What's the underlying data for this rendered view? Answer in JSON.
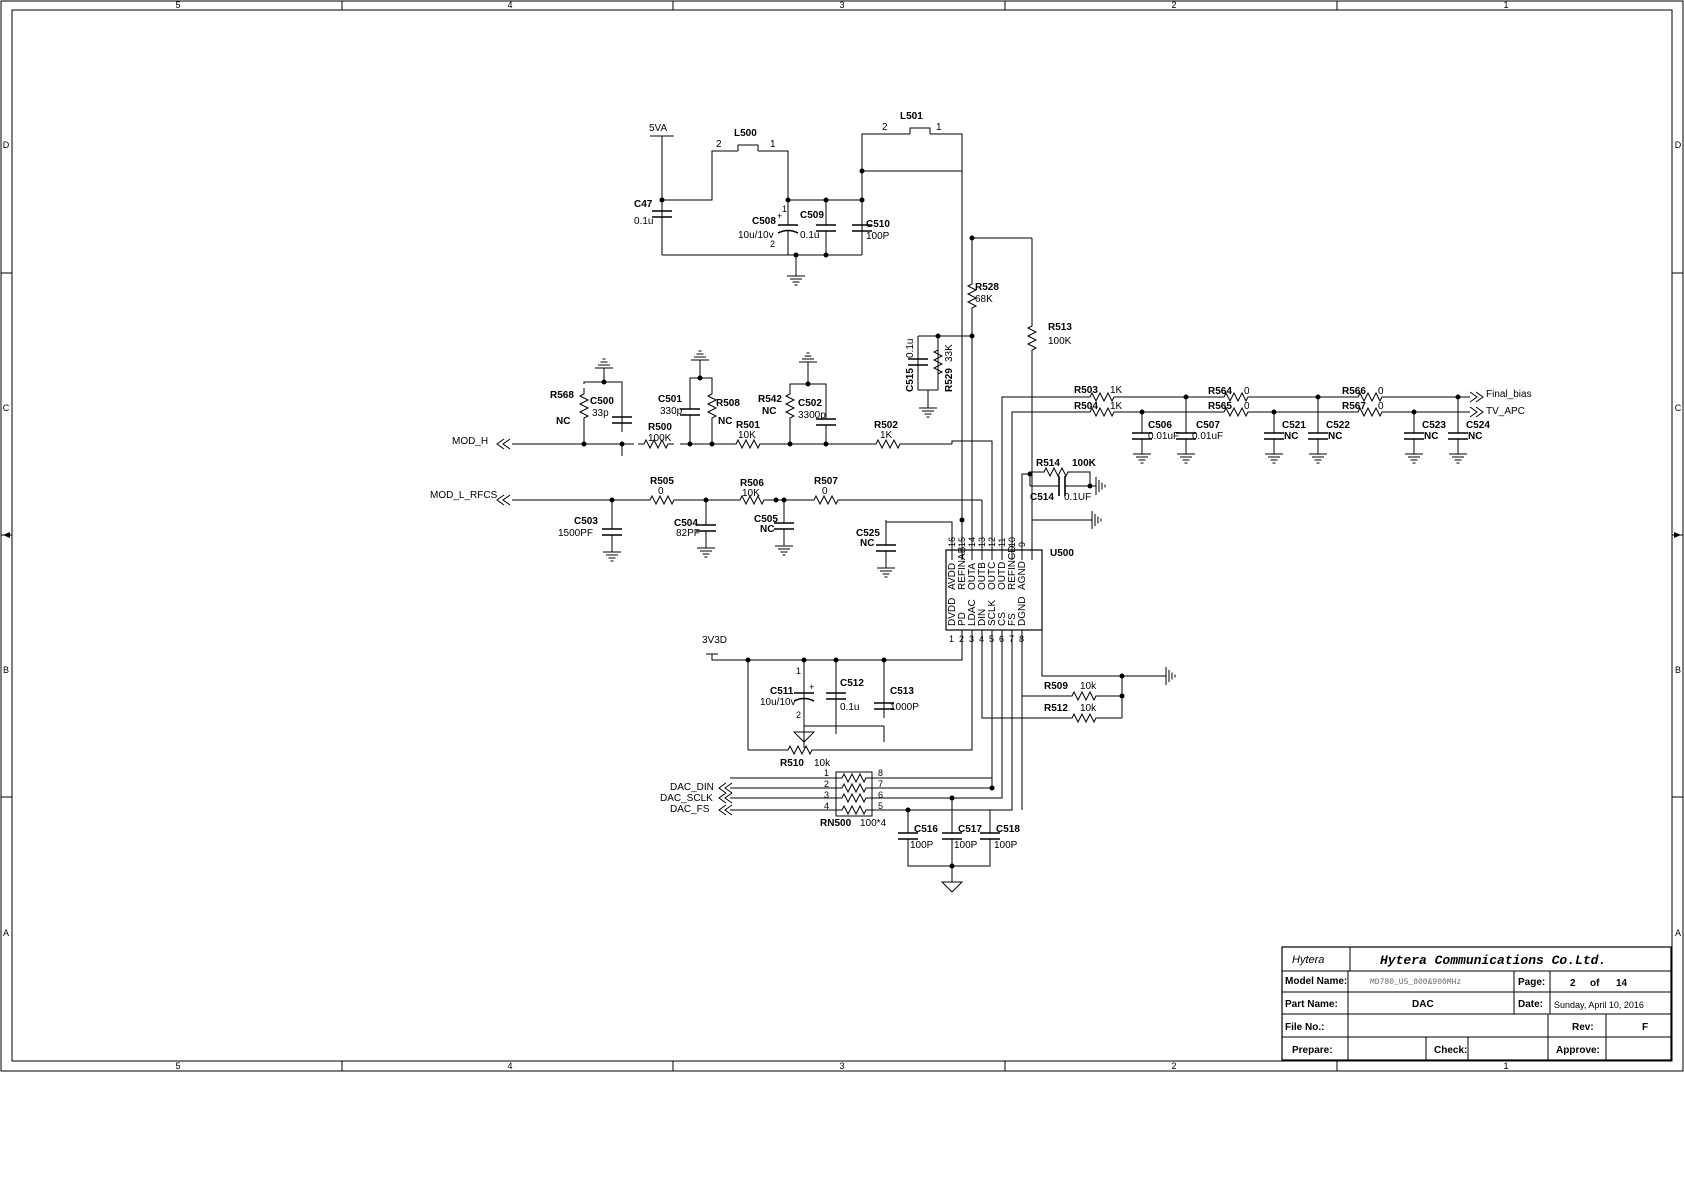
{
  "frame": {
    "col_labels": [
      "5",
      "4",
      "3",
      "2",
      "1"
    ],
    "row_labels": [
      "D",
      "C",
      "B",
      "A"
    ]
  },
  "nets": {
    "p5va": "5VA",
    "p3v3d": "3V3D",
    "mod_h": "MOD_H",
    "mod_l": "MOD_L_RFCS",
    "final_bias": "Final_bias",
    "tv_apc": "TV_APC",
    "dac_din": "DAC_DIN",
    "dac_sclk": "DAC_SCLK",
    "dac_fs": "DAC_FS"
  },
  "components": {
    "L500": {
      "ref": "L500",
      "p1": "1",
      "p2": "2"
    },
    "L501": {
      "ref": "L501",
      "p1": "1",
      "p2": "2"
    },
    "C47": {
      "ref": "C47",
      "val": "0.1u"
    },
    "C508": {
      "ref": "C508",
      "val": "10u/10v",
      "pol": "+",
      "pin1": "1",
      "pin2": "2"
    },
    "C509": {
      "ref": "C509",
      "val": "0.1u"
    },
    "C510": {
      "ref": "C510",
      "val": "100P"
    },
    "R528": {
      "ref": "R528",
      "val": "68K"
    },
    "R513": {
      "ref": "R513",
      "val": "100K"
    },
    "C515": {
      "ref": "C515",
      "val": "0.1u"
    },
    "R529": {
      "ref": "R529",
      "val": "33K"
    },
    "R568": {
      "ref": "R568",
      "val": "NC"
    },
    "C500": {
      "ref": "C500",
      "val": "33p"
    },
    "C501": {
      "ref": "C501",
      "val": "330p"
    },
    "R508": {
      "ref": "R508",
      "val": "NC"
    },
    "R542": {
      "ref": "R542",
      "val": "NC"
    },
    "C502": {
      "ref": "C502",
      "val": "3300p"
    },
    "R500": {
      "ref": "R500",
      "val": "100K"
    },
    "R501": {
      "ref": "R501",
      "val": "10K"
    },
    "R502": {
      "ref": "R502",
      "val": "1K"
    },
    "R505": {
      "ref": "R505",
      "val": "0"
    },
    "R506": {
      "ref": "R506",
      "val": "10K"
    },
    "R507": {
      "ref": "R507",
      "val": "0"
    },
    "C503": {
      "ref": "C503",
      "val": "1500PF"
    },
    "C504": {
      "ref": "C504",
      "val": "82PF"
    },
    "C505": {
      "ref": "C505",
      "val": "NC"
    },
    "C525": {
      "ref": "C525",
      "val": "NC"
    },
    "R503": {
      "ref": "R503",
      "val": "1K"
    },
    "R504": {
      "ref": "R504",
      "val": "1K"
    },
    "R564": {
      "ref": "R564",
      "val": "0"
    },
    "R565": {
      "ref": "R565",
      "val": "0"
    },
    "R566": {
      "ref": "R566",
      "val": "0"
    },
    "R567": {
      "ref": "R567",
      "val": "0"
    },
    "C506": {
      "ref": "C506",
      "val": "0.01uF"
    },
    "C507": {
      "ref": "C507",
      "val": "0.01uF"
    },
    "C521": {
      "ref": "C521",
      "val": "NC"
    },
    "C522": {
      "ref": "C522",
      "val": "NC"
    },
    "C523": {
      "ref": "C523",
      "val": "NC"
    },
    "C524": {
      "ref": "C524",
      "val": "NC"
    },
    "R514": {
      "ref": "R514",
      "val": "100K"
    },
    "C514": {
      "ref": "C514",
      "val": "0.1UF"
    },
    "C511": {
      "ref": "C511",
      "val": "10u/10v",
      "pol": "+",
      "pin1": "1",
      "pin2": "2"
    },
    "C512": {
      "ref": "C512",
      "val": "0.1u"
    },
    "C513": {
      "ref": "C513",
      "val": "1000P"
    },
    "R510": {
      "ref": "R510",
      "val": "10k"
    },
    "R509": {
      "ref": "R509",
      "val": "10k"
    },
    "R512": {
      "ref": "R512",
      "val": "10k"
    },
    "RN500": {
      "ref": "RN500",
      "val": "100*4",
      "pins": [
        "1",
        "2",
        "3",
        "4",
        "8",
        "7",
        "6",
        "5"
      ]
    },
    "C516": {
      "ref": "C516",
      "val": "100P"
    },
    "C517": {
      "ref": "C517",
      "val": "100P"
    },
    "C518": {
      "ref": "C518",
      "val": "100P"
    }
  },
  "u500": {
    "ref": "U500",
    "top_pins": [
      "16",
      "15",
      "14",
      "13",
      "12",
      "11",
      "10",
      "9"
    ],
    "top_names": [
      "AVDD",
      "REFINAB",
      "OUTA",
      "OUTB",
      "OUTC",
      "OUTD",
      "REFINCD",
      "AGND"
    ],
    "bot_pins": [
      "1",
      "2",
      "3",
      "4",
      "5",
      "6",
      "7",
      "8"
    ],
    "bot_names": [
      "DVDD",
      "PD",
      "LDAC",
      "DIN",
      "SCLK",
      "CS",
      "FS",
      "DGND"
    ]
  },
  "title_block": {
    "logo": "Hytera",
    "company": "Hytera Communications Co.Ltd.",
    "model_label": "Model Name:",
    "model": "MD780_U5_800&900MHz",
    "page_label": "Page:",
    "page": "2",
    "of_label": "of",
    "page_total": "14",
    "part_label": "Part Name:",
    "part": "DAC",
    "date_label": "Date:",
    "date": "Sunday, April 10, 2016",
    "file_label": "File No.:",
    "rev_label": "Rev:",
    "rev": "F",
    "prepare_label": "Prepare:",
    "check_label": "Check:",
    "approve_label": "Approve:"
  }
}
